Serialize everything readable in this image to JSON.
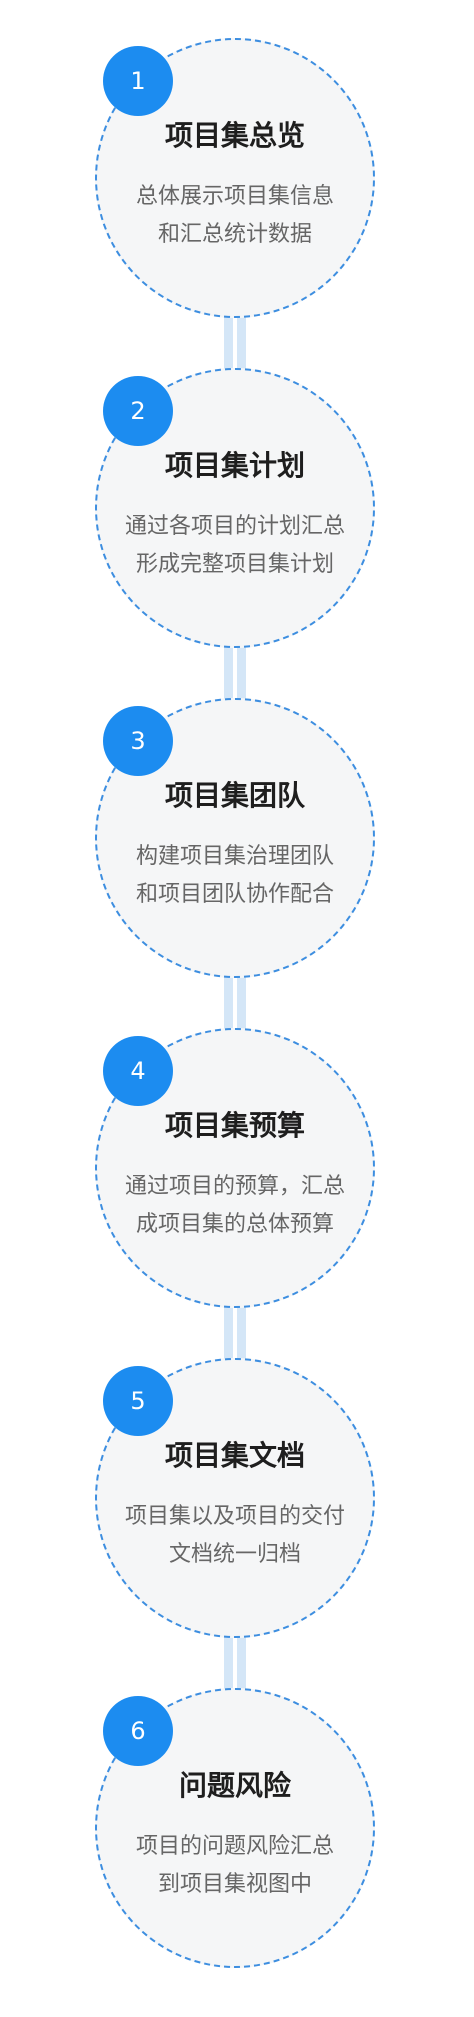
{
  "steps": [
    {
      "number": "1",
      "title": "项目集总览",
      "desc": [
        "总体展示项目集信息",
        "和汇总统计数据"
      ]
    },
    {
      "number": "2",
      "title": "项目集计划",
      "desc": [
        "通过各项目的计划汇总",
        "形成完整项目集计划"
      ]
    },
    {
      "number": "3",
      "title": "项目集团队",
      "desc": [
        "构建项目集治理团队",
        "和项目团队协作配合"
      ]
    },
    {
      "number": "4",
      "title": "项目集预算",
      "desc": [
        "通过项目的预算，汇总",
        "成项目集的总体预算"
      ]
    },
    {
      "number": "5",
      "title": "项目集文档",
      "desc": [
        "项目集以及项目的交付",
        "文档统一归档"
      ]
    },
    {
      "number": "6",
      "title": "问题风险",
      "desc": [
        "项目的问题风险汇总",
        "到项目集视图中"
      ]
    }
  ],
  "colors": {
    "badge": "#1c8cf0",
    "circle_border": "#3d8ee0",
    "circle_fill": "#f5f6f7",
    "connector": "#d4e6f7"
  }
}
